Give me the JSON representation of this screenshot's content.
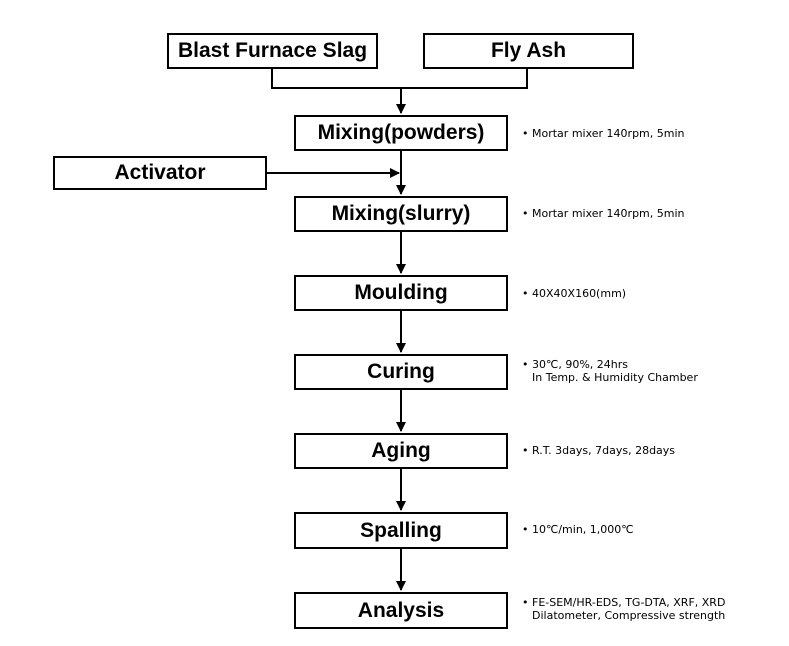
{
  "inputs": {
    "slag": "Blast Furnace Slag",
    "flyash": "Fly Ash",
    "activator": "Activator"
  },
  "steps": {
    "mixing_powders": "Mixing(powders)",
    "mixing_slurry": "Mixing(slurry)",
    "moulding": "Moulding",
    "curing": "Curing",
    "aging": "Aging",
    "spalling": "Spalling",
    "analysis": "Analysis"
  },
  "notes": {
    "bullet": "•",
    "mixing_powders": "Mortar mixer 140rpm,  5min",
    "mixing_slurry": "Mortar mixer 140rpm,  5min",
    "moulding": "40X40X160(mm)",
    "curing_1": "30℃,  90%,  24hrs",
    "curing_2": "In Temp.  & Humidity  Chamber",
    "aging": "R.T.   3days, 7days, 28days",
    "spalling": "10℃/min,   1,000℃",
    "analysis_1": "FE-SEM/HR-EDS,  TG-DTA,  XRF,  XRD",
    "analysis_2": "Dilatometer,  Compressive strength"
  }
}
